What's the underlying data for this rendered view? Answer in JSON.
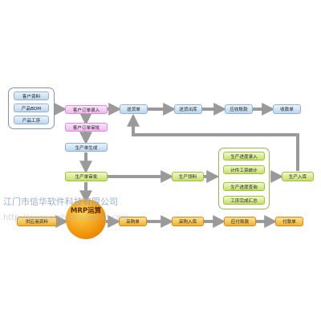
{
  "nodes": {
    "customer_info": "客户资料",
    "product_bom": "产品BOM",
    "product_process": "产品工序",
    "order_entry": "客户订单录入",
    "order_review": "客户订单审批",
    "plan_generate": "生产单生成",
    "plan_review": "生产单审批",
    "delivery": "送货单",
    "delivery_out": "送货出库",
    "receivable": "应收账款",
    "receipt": "收款单",
    "production_pick": "生产领料",
    "progress_entry": "生产进度录入",
    "piece_wage": "计件工资统计",
    "progress_query": "生产进度查询",
    "process_summary": "工序完成汇总",
    "production_in": "生产入库",
    "material_info": "供应商资料",
    "mrp": "MRP运算",
    "purchase": "采购单",
    "purchase_in": "采购入库",
    "payable": "应付账款",
    "payment": "付款单"
  },
  "watermark": {
    "line1": "江门市信华软件科技有限公司",
    "line2": "http://www.xinhuaruanjian.com"
  },
  "colors": {
    "arrow": "#9a9a9a",
    "blue_node": "#bcd7ef",
    "pink_node": "#f2b8ef",
    "green_node": "#c6e06a",
    "orange_node": "#f3b12a"
  }
}
